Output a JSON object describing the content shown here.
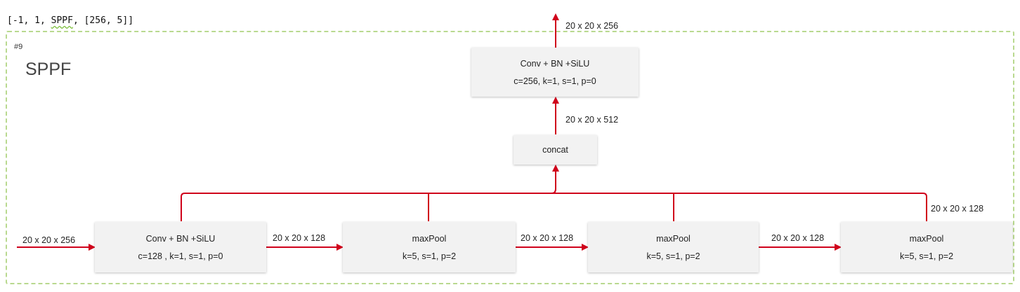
{
  "header": {
    "prefix": "[-1, 1, ",
    "module": "SPPF",
    "suffix": ", [256, 5]]"
  },
  "block": {
    "index": "#9",
    "title": "SPPF"
  },
  "nodes": {
    "conv_in": {
      "line1": "Conv + BN +SiLU",
      "line2": "c=128 ,  k=1,  s=1,  p=0"
    },
    "pool1": {
      "line1": "maxPool",
      "line2": "k=5,  s=1,  p=2"
    },
    "pool2": {
      "line1": "maxPool",
      "line2": "k=5,  s=1,  p=2"
    },
    "pool3": {
      "line1": "maxPool",
      "line2": "k=5,  s=1,  p=2"
    },
    "concat": {
      "line1": "concat"
    },
    "conv_out": {
      "line1": "Conv + BN +SiLU",
      "line2": "c=256,  k=1,  s=1,  p=0"
    }
  },
  "shapes": {
    "input": "20 x 20 x 256",
    "conv_to_pool1": "20 x 20 x 128",
    "pool1_to_pool2": "20 x 20 x 128",
    "pool2_to_pool3": "20 x 20 x 128",
    "pool3_branch": "20 x 20 x 128",
    "concat_out": "20 x 20 x 512",
    "output": "20 x 20 x 256"
  },
  "colors": {
    "wire": "#d0021b",
    "frame": "#b9d98f",
    "box": "#f2f2f2"
  }
}
